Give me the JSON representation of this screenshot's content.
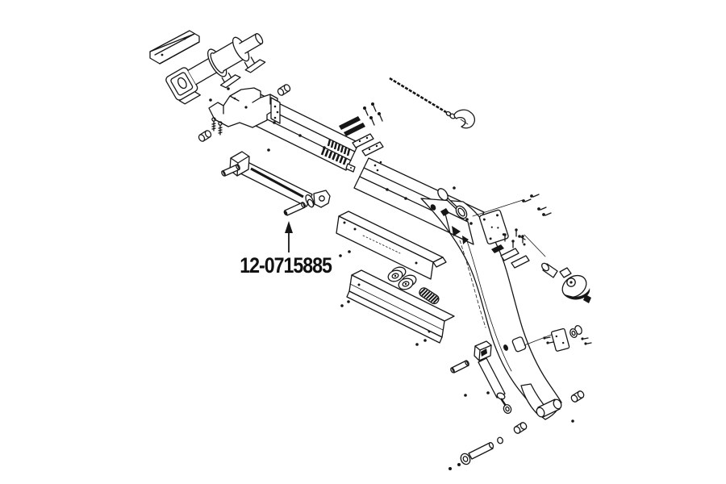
{
  "page": {
    "background_color": "#ffffff",
    "line_color": "#161616"
  },
  "diagram": {
    "type": "exploded-parts-diagram",
    "part_number_label": "12-0715885",
    "callout": {
      "text": "12-0715885",
      "arrow_direction": "up",
      "points_to": "cylinder-mounting-pin"
    },
    "parts": [
      "winch-mount-bar",
      "winch-drum-assembly",
      "boom-mount-bracket",
      "inner-boom-tube",
      "slide-pads-and-bolts",
      "hydraulic-cylinder",
      "cylinder-pin",
      "labeled-mounting-pin",
      "outer-boom-tube",
      "wear-channel-upper",
      "wear-channel-lower",
      "pulley-pair",
      "spring",
      "curved-boom",
      "boom-head-sheave",
      "wire-rope-with-hook",
      "mounting-plate-upper",
      "swivel-sheave-assembly",
      "mounting-plate-lower",
      "tilt-cylinder",
      "pivot-pin",
      "clevis-pin",
      "bushings"
    ]
  }
}
